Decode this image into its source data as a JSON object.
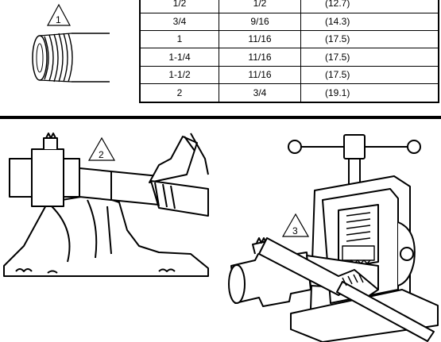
{
  "callouts": {
    "step1": "1",
    "step2": "2",
    "step3": "3"
  },
  "thread_table": {
    "rows": [
      {
        "size": "1/2",
        "inches": "1/2",
        "mm": "(12.7)"
      },
      {
        "size": "3/4",
        "inches": "9/16",
        "mm": "(14.3)"
      },
      {
        "size": "1",
        "inches": "11/16",
        "mm": "(17.5)"
      },
      {
        "size": "1-1/4",
        "inches": "11/16",
        "mm": "(17.5)"
      },
      {
        "size": "1-1/2",
        "inches": "11/16",
        "mm": "(17.5)"
      },
      {
        "size": "2",
        "inches": "3/4",
        "mm": "(19.1)"
      }
    ]
  }
}
